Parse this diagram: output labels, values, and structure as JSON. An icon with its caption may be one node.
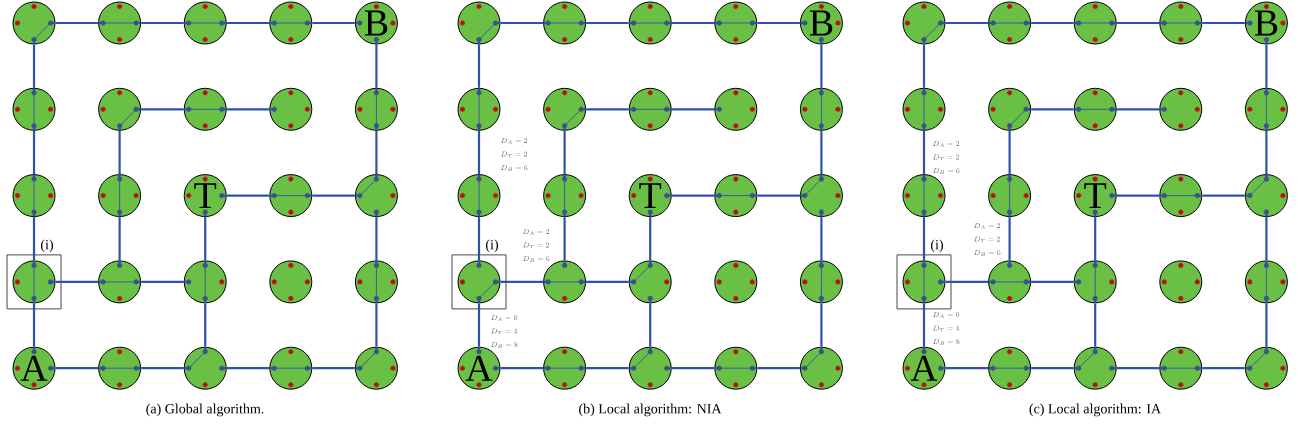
{
  "diagram": {
    "nodes": [
      {
        "text": [],
        "shape": "circle"
      },
      {
        "text": [],
        "shape": "circle"
      },
      {
        "text": [],
        "shape": "circle"
      },
      {
        "text": [],
        "shape": "circle"
      },
      {
        "text": [
          "B"
        ]
      },
      {
        "text": [],
        "shape": "circle"
      },
      {
        "text": [],
        "shape": "circle"
      },
      {
        "text": [],
        "shape": "circle"
      },
      {
        "text": [],
        "shape": "circle"
      },
      {
        "text": [],
        "shape": "circle"
      },
      {
        "text": [],
        "shape": "circle"
      },
      {
        "text": [],
        "shape": "circle"
      },
      {
        "text": [
          "T"
        ]
      },
      {
        "text": [],
        "shape": "circle"
      },
      {
        "text": [],
        "shape": "circle"
      },
      {
        "text": [
          "(i)"
        ]
      },
      {
        "text": [],
        "shape": "circle",
        "in": 15
      },
      {
        "text": [],
        "shape": "circle"
      },
      {
        "text": [],
        "shape": "circle"
      },
      {
        "text": [],
        "shape": "circle"
      },
      {
        "text": [],
        "shape": "circle"
      },
      {
        "text": [
          "A"
        ]
      },
      {
        "text": [],
        "shape": "circle"
      },
      {
        "text": [],
        "shape": "circle"
      },
      {
        "text": [],
        "shape": "circle"
      },
      {
        "text": [],
        "shape": "circle"
      },
      {
        "text": [],
        "shape": "circle"
      },
      {
        "text": [],
        "shape": "circle"
      },
      {
        "text": [],
        "shape": "circle"
      },
      {
        "text": [],
        "shape": "circle"
      },
      {
        "text": [
          "B"
        ]
      },
      {
        "text": [],
        "shape": "circle"
      },
      {
        "text": [],
        "shape": "circle"
      },
      {
        "text": [],
        "shape": "circle"
      },
      {
        "text": [],
        "shape": "circle"
      },
      {
        "text": [],
        "shape": "circle"
      },
      {
        "text": [],
        "shape": "circle"
      },
      {
        "text": [],
        "shape": "circle"
      },
      {
        "text": [
          "T"
        ]
      },
      {
        "text": [],
        "shape": "circle"
      },
      {
        "text": [],
        "shape": "circle"
      },
      {
        "text": [
          "(i)"
        ]
      },
      {
        "text": [],
        "shape": "circle",
        "in": 41
      },
      {
        "text": [],
        "shape": "circle"
      },
      {
        "text": [],
        "shape": "circle"
      },
      {
        "text": [],
        "shape": "circle"
      },
      {
        "text": [],
        "shape": "circle"
      },
      {
        "text": [
          "A"
        ]
      },
      {
        "text": [],
        "shape": "circle"
      },
      {
        "text": [],
        "shape": "circle"
      },
      {
        "text": [],
        "shape": "circle"
      },
      {
        "text": [],
        "shape": "circle"
      },
      {
        "text": [],
        "shape": "circle"
      },
      {
        "text": [],
        "shape": "circle"
      },
      {
        "text": [],
        "shape": "circle"
      },
      {
        "text": [],
        "shape": "circle"
      },
      {
        "text": [
          "B"
        ]
      },
      {
        "text": [],
        "shape": "circle"
      },
      {
        "text": [],
        "shape": "circle"
      },
      {
        "text": [],
        "shape": "circle"
      },
      {
        "text": [],
        "shape": "circle"
      },
      {
        "text": [],
        "shape": "circle"
      },
      {
        "text": [],
        "shape": "circle"
      },
      {
        "text": [],
        "shape": "circle"
      },
      {
        "text": [
          "T"
        ]
      },
      {
        "text": [],
        "shape": "circle"
      },
      {
        "text": [],
        "shape": "circle"
      },
      {
        "text": [
          "(i)"
        ]
      },
      {
        "text": [],
        "shape": "circle",
        "in": 67
      },
      {
        "text": [],
        "shape": "circle"
      },
      {
        "text": [],
        "shape": "circle"
      },
      {
        "text": [],
        "shape": "circle"
      },
      {
        "text": [],
        "shape": "circle"
      },
      {
        "text": [
          "A"
        ]
      },
      {
        "text": [],
        "shape": "circle"
      },
      {
        "text": [],
        "shape": "circle"
      },
      {
        "text": [],
        "shape": "circle"
      },
      {
        "text": [],
        "shape": "circle"
      }
    ],
    "edges": [
      {
        "from": 0,
        "to": 1,
        "arrow": "none"
      },
      {
        "from": 1,
        "to": 2,
        "arrow": "none"
      },
      {
        "from": 2,
        "to": 3,
        "arrow": "none"
      },
      {
        "from": 3,
        "to": 4,
        "arrow": "none"
      },
      {
        "from": 0,
        "to": 5,
        "arrow": "none"
      },
      {
        "from": 5,
        "to": 10,
        "arrow": "none"
      },
      {
        "from": 10,
        "to": 16,
        "arrow": "none"
      },
      {
        "from": 16,
        "to": 21,
        "arrow": "none"
      },
      {
        "from": 16,
        "to": 17,
        "arrow": "none"
      },
      {
        "from": 17,
        "to": 18,
        "arrow": "none"
      },
      {
        "from": 6,
        "to": 7,
        "arrow": "none"
      },
      {
        "from": 7,
        "to": 8,
        "arrow": "none"
      },
      {
        "from": 6,
        "to": 11,
        "arrow": "none"
      },
      {
        "from": 11,
        "to": 17,
        "arrow": "none"
      },
      {
        "from": 12,
        "to": 13,
        "arrow": "none"
      },
      {
        "from": 13,
        "to": 14,
        "arrow": "none"
      },
      {
        "from": 12,
        "to": 18,
        "arrow": "none"
      },
      {
        "from": 18,
        "to": 23,
        "arrow": "none"
      },
      {
        "from": 4,
        "to": 9,
        "arrow": "none"
      },
      {
        "from": 9,
        "to": 14,
        "arrow": "none"
      },
      {
        "from": 14,
        "to": 20,
        "arrow": "none"
      },
      {
        "from": 20,
        "to": 25,
        "arrow": "none"
      },
      {
        "from": 21,
        "to": 22,
        "arrow": "none"
      },
      {
        "from": 22,
        "to": 23,
        "arrow": "none"
      },
      {
        "from": 23,
        "to": 24,
        "arrow": "none"
      },
      {
        "from": 24,
        "to": 25,
        "arrow": "none"
      },
      {
        "from": 26,
        "to": 27,
        "arrow": "none"
      },
      {
        "from": 27,
        "to": 28,
        "arrow": "none"
      },
      {
        "from": 28,
        "to": 29,
        "arrow": "none"
      },
      {
        "from": 29,
        "to": 30,
        "arrow": "none"
      },
      {
        "from": 26,
        "to": 31,
        "arrow": "none"
      },
      {
        "from": 31,
        "to": 36,
        "arrow": "none"
      },
      {
        "from": 36,
        "to": 42,
        "arrow": "none"
      },
      {
        "from": 42,
        "to": 47,
        "arrow": "none"
      },
      {
        "from": 42,
        "to": 43,
        "arrow": "none"
      },
      {
        "from": 43,
        "to": 44,
        "arrow": "none"
      },
      {
        "from": 32,
        "to": 33,
        "arrow": "none"
      },
      {
        "from": 33,
        "to": 34,
        "arrow": "none"
      },
      {
        "from": 32,
        "to": 37,
        "arrow": "none"
      },
      {
        "from": 37,
        "to": 43,
        "arrow": "none"
      },
      {
        "from": 38,
        "to": 39,
        "arrow": "none"
      },
      {
        "from": 39,
        "to": 40,
        "arrow": "none"
      },
      {
        "from": 38,
        "to": 44,
        "arrow": "none"
      },
      {
        "from": 44,
        "to": 49,
        "arrow": "none"
      },
      {
        "from": 30,
        "to": 35,
        "arrow": "none"
      },
      {
        "from": 35,
        "to": 40,
        "arrow": "none"
      },
      {
        "from": 40,
        "to": 46,
        "arrow": "none"
      },
      {
        "from": 46,
        "to": 51,
        "arrow": "none"
      },
      {
        "from": 47,
        "to": 48,
        "arrow": "none"
      },
      {
        "from": 48,
        "to": 49,
        "arrow": "none"
      },
      {
        "from": 49,
        "to": 50,
        "arrow": "none"
      },
      {
        "from": 50,
        "to": 51,
        "arrow": "none"
      },
      {
        "from": 52,
        "to": 53,
        "arrow": "none"
      },
      {
        "from": 53,
        "to": 54,
        "arrow": "none"
      },
      {
        "from": 54,
        "to": 55,
        "arrow": "none"
      },
      {
        "from": 55,
        "to": 56,
        "arrow": "none"
      },
      {
        "from": 52,
        "to": 57,
        "arrow": "none"
      },
      {
        "from": 57,
        "to": 62,
        "arrow": "none"
      },
      {
        "from": 62,
        "to": 68,
        "arrow": "none"
      },
      {
        "from": 68,
        "to": 73,
        "arrow": "none"
      },
      {
        "from": 68,
        "to": 69,
        "arrow": "none"
      },
      {
        "from": 69,
        "to": 70,
        "arrow": "none"
      },
      {
        "from": 58,
        "to": 59,
        "arrow": "none"
      },
      {
        "from": 59,
        "to": 60,
        "arrow": "none"
      },
      {
        "from": 58,
        "to": 63,
        "arrow": "none"
      },
      {
        "from": 63,
        "to": 69,
        "arrow": "none"
      },
      {
        "from": 64,
        "to": 65,
        "arrow": "none"
      },
      {
        "from": 65,
        "to": 66,
        "arrow": "none"
      },
      {
        "from": 64,
        "to": 70,
        "arrow": "none"
      },
      {
        "from": 70,
        "to": 75,
        "arrow": "none"
      },
      {
        "from": 56,
        "to": 61,
        "arrow": "none"
      },
      {
        "from": 61,
        "to": 66,
        "arrow": "none"
      },
      {
        "from": 66,
        "to": 72,
        "arrow": "none"
      },
      {
        "from": 72,
        "to": 77,
        "arrow": "none"
      },
      {
        "from": 73,
        "to": 74,
        "arrow": "none"
      },
      {
        "from": 74,
        "to": 75,
        "arrow": "none"
      },
      {
        "from": 75,
        "to": 76,
        "arrow": "none"
      },
      {
        "from": 76,
        "to": 77,
        "arrow": "none"
      }
    ],
    "labels": [
      "(a) Global algorithm.",
      "D_A = 2",
      "D_T = 2",
      "D_B = 6",
      "D_A = 2",
      "D_T = 2",
      "D_B = 6",
      "D_A = 0",
      "D_T = 4",
      "D_B = 8",
      "(b) Local algorithm: NIA",
      "D_A = 2",
      "D_T = 2",
      "D_B = 6",
      "D_A = 2",
      "D_T = 2",
      "D_B = 6",
      "D_A = 0",
      "D_T = 4",
      "D_B = 8",
      "(c) Local algorithm: IA"
    ]
  }
}
